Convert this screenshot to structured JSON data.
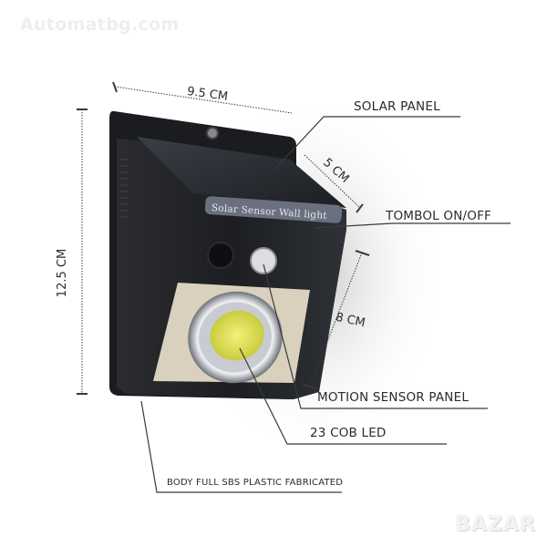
{
  "watermark": "Automatbg.com",
  "product_plate_text": "Solar Sensor Wall light",
  "dimensions": {
    "width": "9.5 CM",
    "height": "12.5 CM",
    "depth": "5 CM",
    "front_height": "8 CM"
  },
  "callouts": {
    "solar_panel": "SOLAR PANEL",
    "on_off_button": "TOMBOL ON/OFF",
    "motion_sensor": "MOTION SENSOR PANEL",
    "cob_led": "23 COB LED",
    "body": "BODY FULL SBS PLASTIC FABRICATED"
  },
  "logo": "BAZAR",
  "colors": {
    "body": "#1e2024",
    "solar_panel": "#2a2d33",
    "face_plate": "#d9d0bd",
    "led": "#e6e65a",
    "text": "#2b2b2b"
  }
}
